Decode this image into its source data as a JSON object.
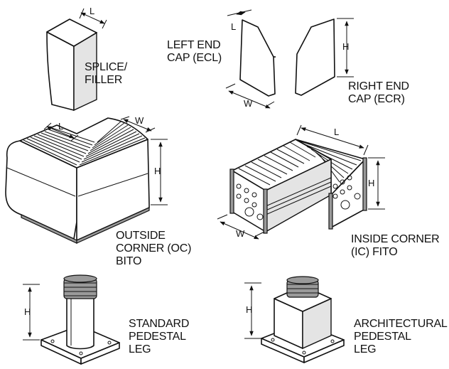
{
  "items": {
    "splice": {
      "line1": "SPLICE/",
      "line2": "FILLER",
      "dim_l": "L"
    },
    "ecl": {
      "line1": "LEFT END",
      "line2": "CAP (ECL)",
      "dim_l": "L"
    },
    "ecr": {
      "line1": "RIGHT END",
      "line2": "CAP (ECR)",
      "dim_h": "H",
      "dim_w": "W"
    },
    "oc": {
      "line1": "OUTSIDE",
      "line2": "CORNER (OC)",
      "line3": "BITO",
      "dim_l": "L",
      "dim_w": "W",
      "dim_h": "H"
    },
    "ic": {
      "line1": "INSIDE CORNER",
      "line2": "(IC) FITO",
      "dim_l": "L",
      "dim_w": "W",
      "dim_h": "H"
    },
    "std_leg": {
      "line1": "STANDARD",
      "line2": "PEDESTAL",
      "line3": "LEG",
      "dim_h": "H"
    },
    "arch_leg": {
      "line1": "ARCHITECTURAL",
      "line2": "PEDESTAL",
      "line3": "LEG",
      "dim_h": "H"
    }
  }
}
